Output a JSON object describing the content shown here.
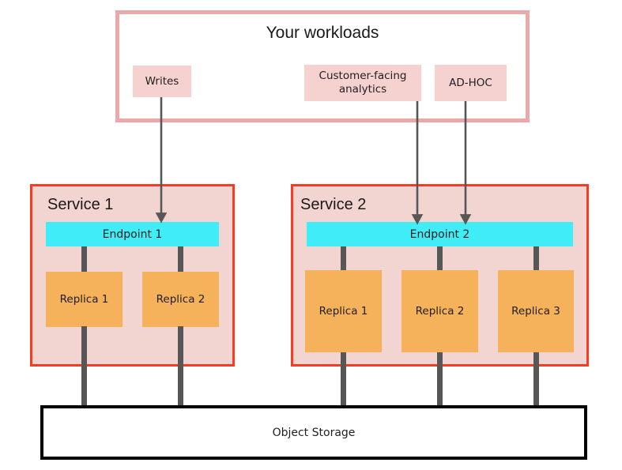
{
  "diagram": {
    "title": "Your workloads",
    "workloads_container": {
      "label": "Your workloads"
    },
    "workload_chips": [
      {
        "id": "writes",
        "label": "Writes"
      },
      {
        "id": "customer-facing-analytics",
        "label": "Customer-facing analytics"
      },
      {
        "id": "ad-hoc",
        "label": "AD-HOC"
      }
    ],
    "services": [
      {
        "id": "service-1",
        "title": "Service 1",
        "endpoint": "Endpoint 1",
        "replicas": [
          {
            "label": "Replica 1"
          },
          {
            "label": "Replica 2"
          }
        ]
      },
      {
        "id": "service-2",
        "title": "Service 2",
        "endpoint": "Endpoint 2",
        "replicas": [
          {
            "label": "Replica 1"
          },
          {
            "label": "Replica 2"
          },
          {
            "label": "Replica 3"
          }
        ]
      }
    ],
    "storage": {
      "label": "Object Storage"
    },
    "colors": {
      "workload_border": "#eba8a8",
      "chip_fill": "#f5d2cf",
      "service_border": "#fa3a21",
      "service_fill": "#f2d4d1",
      "endpoint_fill": "#40ecf5",
      "replica_fill": "#f5b25b",
      "connector": "#575757",
      "storage_border": "#000000",
      "background": "#ffffff"
    }
  }
}
